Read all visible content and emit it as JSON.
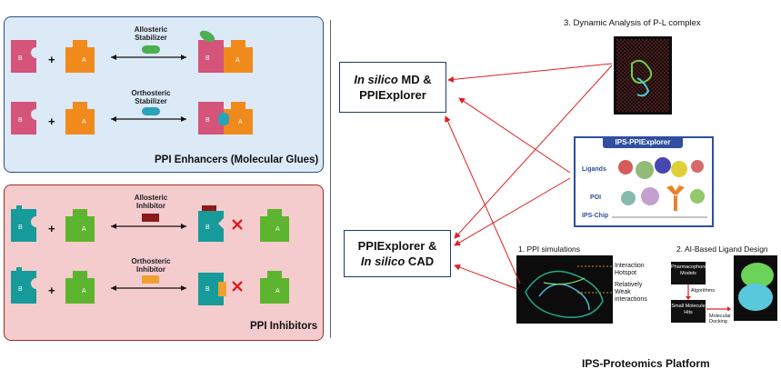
{
  "enhancers": {
    "title": "PPI Enhancers (Molecular Glues)",
    "allosteric_label": [
      "Allosteric",
      "Stabilizer"
    ],
    "orthosteric_label": [
      "Orthosteric",
      "Stabilizer"
    ]
  },
  "inhibitors": {
    "title": "PPI Inhibitors",
    "allosteric_label": [
      "Allosteric",
      "Inhibitor"
    ],
    "orthosteric_label": [
      "Orthosteric",
      "Inhibitor"
    ]
  },
  "protein_letters": {
    "b": "B",
    "a": "A"
  },
  "plus": "+",
  "box_md": {
    "line1_italic": "In silico",
    "line1_rest": " MD &",
    "line2": "PPIExplorer"
  },
  "box_cad": {
    "line1": "PPIExplorer &",
    "line2_italic": "In silico",
    "line2_rest": " CAD"
  },
  "dynamic": {
    "title": "3. Dynamic Analysis of P-L complex"
  },
  "ips_chip": {
    "header": "IPS-PPIExplorer",
    "rows": [
      "Ligands",
      "POI",
      "IPS-Chip"
    ]
  },
  "ppi_sim": {
    "title": "1. PPI simulations",
    "annotations": [
      "Interaction",
      "Hotspot",
      "Relatively",
      "Weak",
      "interactions"
    ]
  },
  "ai_design": {
    "title": "2. AI-Based Ligand Design",
    "pharm_box": [
      "Pharmacophore",
      "Models"
    ],
    "algorithms": "Algorithms",
    "hits_box": [
      "Small Molecule",
      "Hits"
    ],
    "docking": [
      "Molecular",
      "Docking"
    ]
  },
  "platform_title": "IPS-Proteomics Platform",
  "colors": {
    "enh_bg": "#dce9f7",
    "enh_border": "#2f4f7f",
    "inh_bg": "#f4cccd",
    "inh_border": "#9b2d2d",
    "protein_b_enh": "#d4547a",
    "protein_a_enh": "#f08a1c",
    "protein_b_inh": "#179a9a",
    "protein_a_inh": "#5db42e",
    "allo_stab": "#4caf50",
    "ortho_stab": "#2aa3b8",
    "allo_inh": "#8b1a1a",
    "ortho_inh": "#f0a030",
    "arrow": "#e02020",
    "chip_header": "#2f4f9f"
  }
}
